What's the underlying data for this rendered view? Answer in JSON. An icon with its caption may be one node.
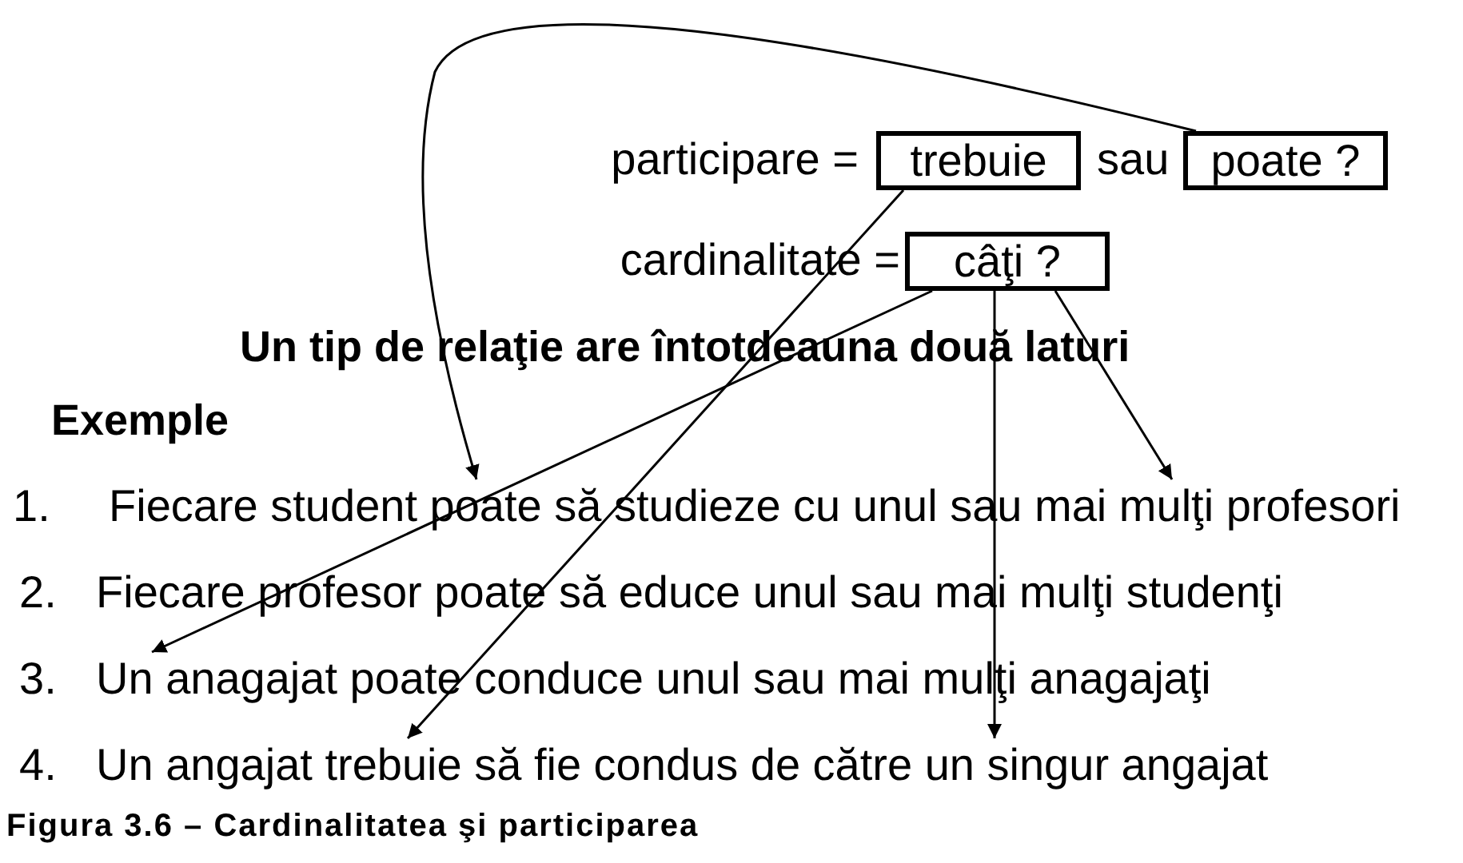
{
  "diagram": {
    "caption": "Figura 3.6 – Cardinalitatea şi participarea",
    "nodes": [
      {
        "text": [
          "trebuie"
        ]
      },
      {
        "text": [
          "poate ?"
        ]
      },
      {
        "text": [
          "câţi ?"
        ]
      },
      {
        "text": [
          "1.",
          "Fiecare student poate să studieze cu unul sau mai mulţi profesori"
        ]
      },
      {
        "text": [
          "2.",
          "Fiecare profesor poate să educe unul sau mai mulţi studenţi"
        ]
      },
      {
        "text": [
          "3.",
          "Un anagajat poate conduce unul sau mai mulţi anagajaţi"
        ]
      },
      {
        "text": [
          "4.",
          "Un angajat trebuie să fie condus de către un singur angajat"
        ]
      }
    ],
    "edges": [
      {
        "from": 1,
        "to": 3,
        "arrow": "to"
      },
      {
        "from": 0,
        "to": 6,
        "arrow": "to"
      },
      {
        "from": 2,
        "to": 5,
        "arrow": "to"
      },
      {
        "from": 2,
        "to": 6,
        "arrow": "to"
      },
      {
        "from": 2,
        "to": 3,
        "arrow": "to"
      }
    ],
    "labels": [
      "participare =",
      "sau",
      "cardinalitate =",
      "Un tip de relaţie are întotdeauna două laturi",
      "Exemple"
    ]
  }
}
